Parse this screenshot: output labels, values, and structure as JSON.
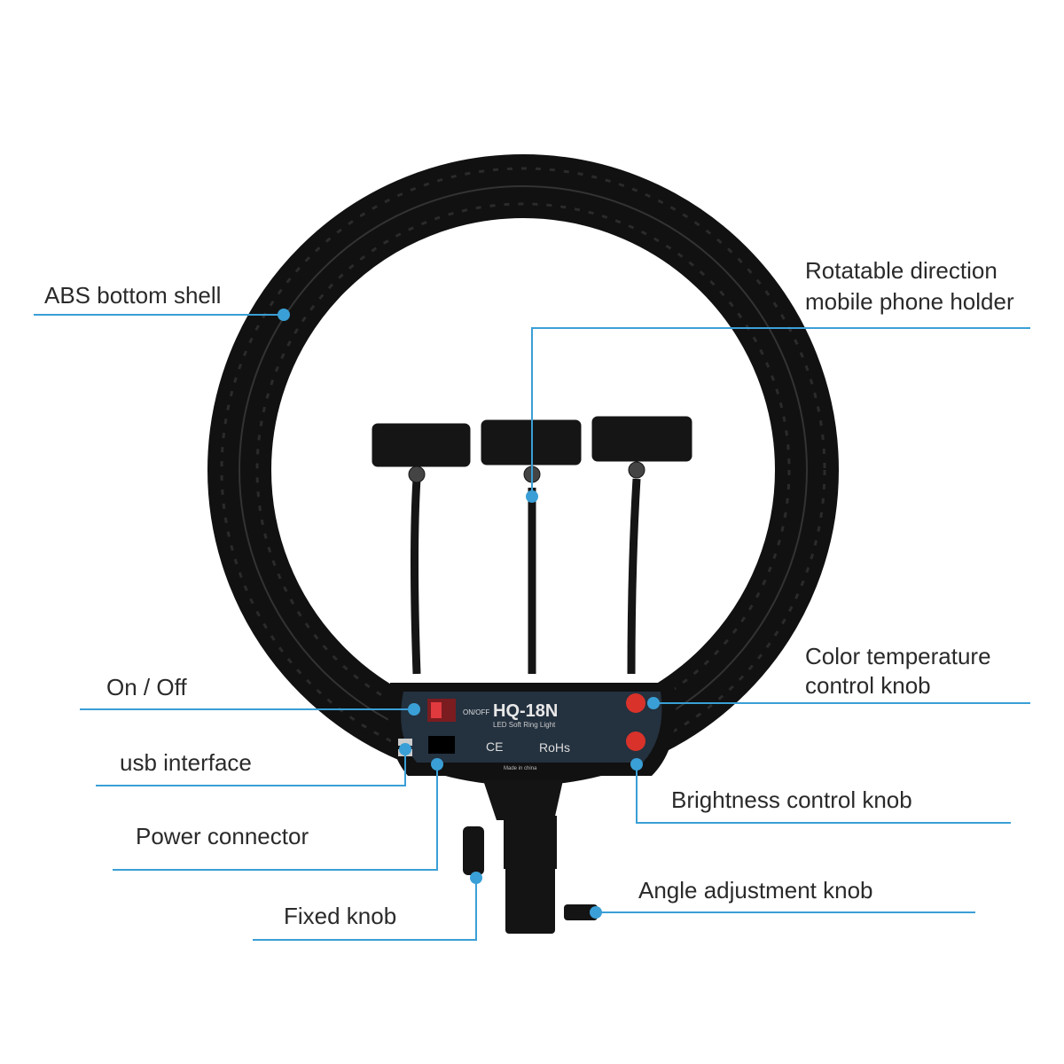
{
  "colors": {
    "callout_line": "#3a9fd6",
    "ring": "#111111",
    "panel": "#1f2b38",
    "knob": "#d8322a",
    "switch": "#c0242a"
  },
  "product": {
    "model": "HQ-18N",
    "subtitle": "LED Soft Ring Light",
    "switch_label": "ON/OFF",
    "cert_ce": "CE",
    "cert_rohs": "RoHs",
    "origin": "Made in china"
  },
  "callouts": {
    "abs_shell": "ABS bottom shell",
    "phone_holder_1": "Rotatable direction",
    "phone_holder_2": "mobile phone holder",
    "on_off": "On / Off",
    "color_temp_1": "Color temperature",
    "color_temp_2": "control knob",
    "usb": "usb interface",
    "power": "Power connector",
    "brightness": "Brightness control knob",
    "fixed_knob": "Fixed knob",
    "angle_knob": "Angle adjustment knob"
  }
}
